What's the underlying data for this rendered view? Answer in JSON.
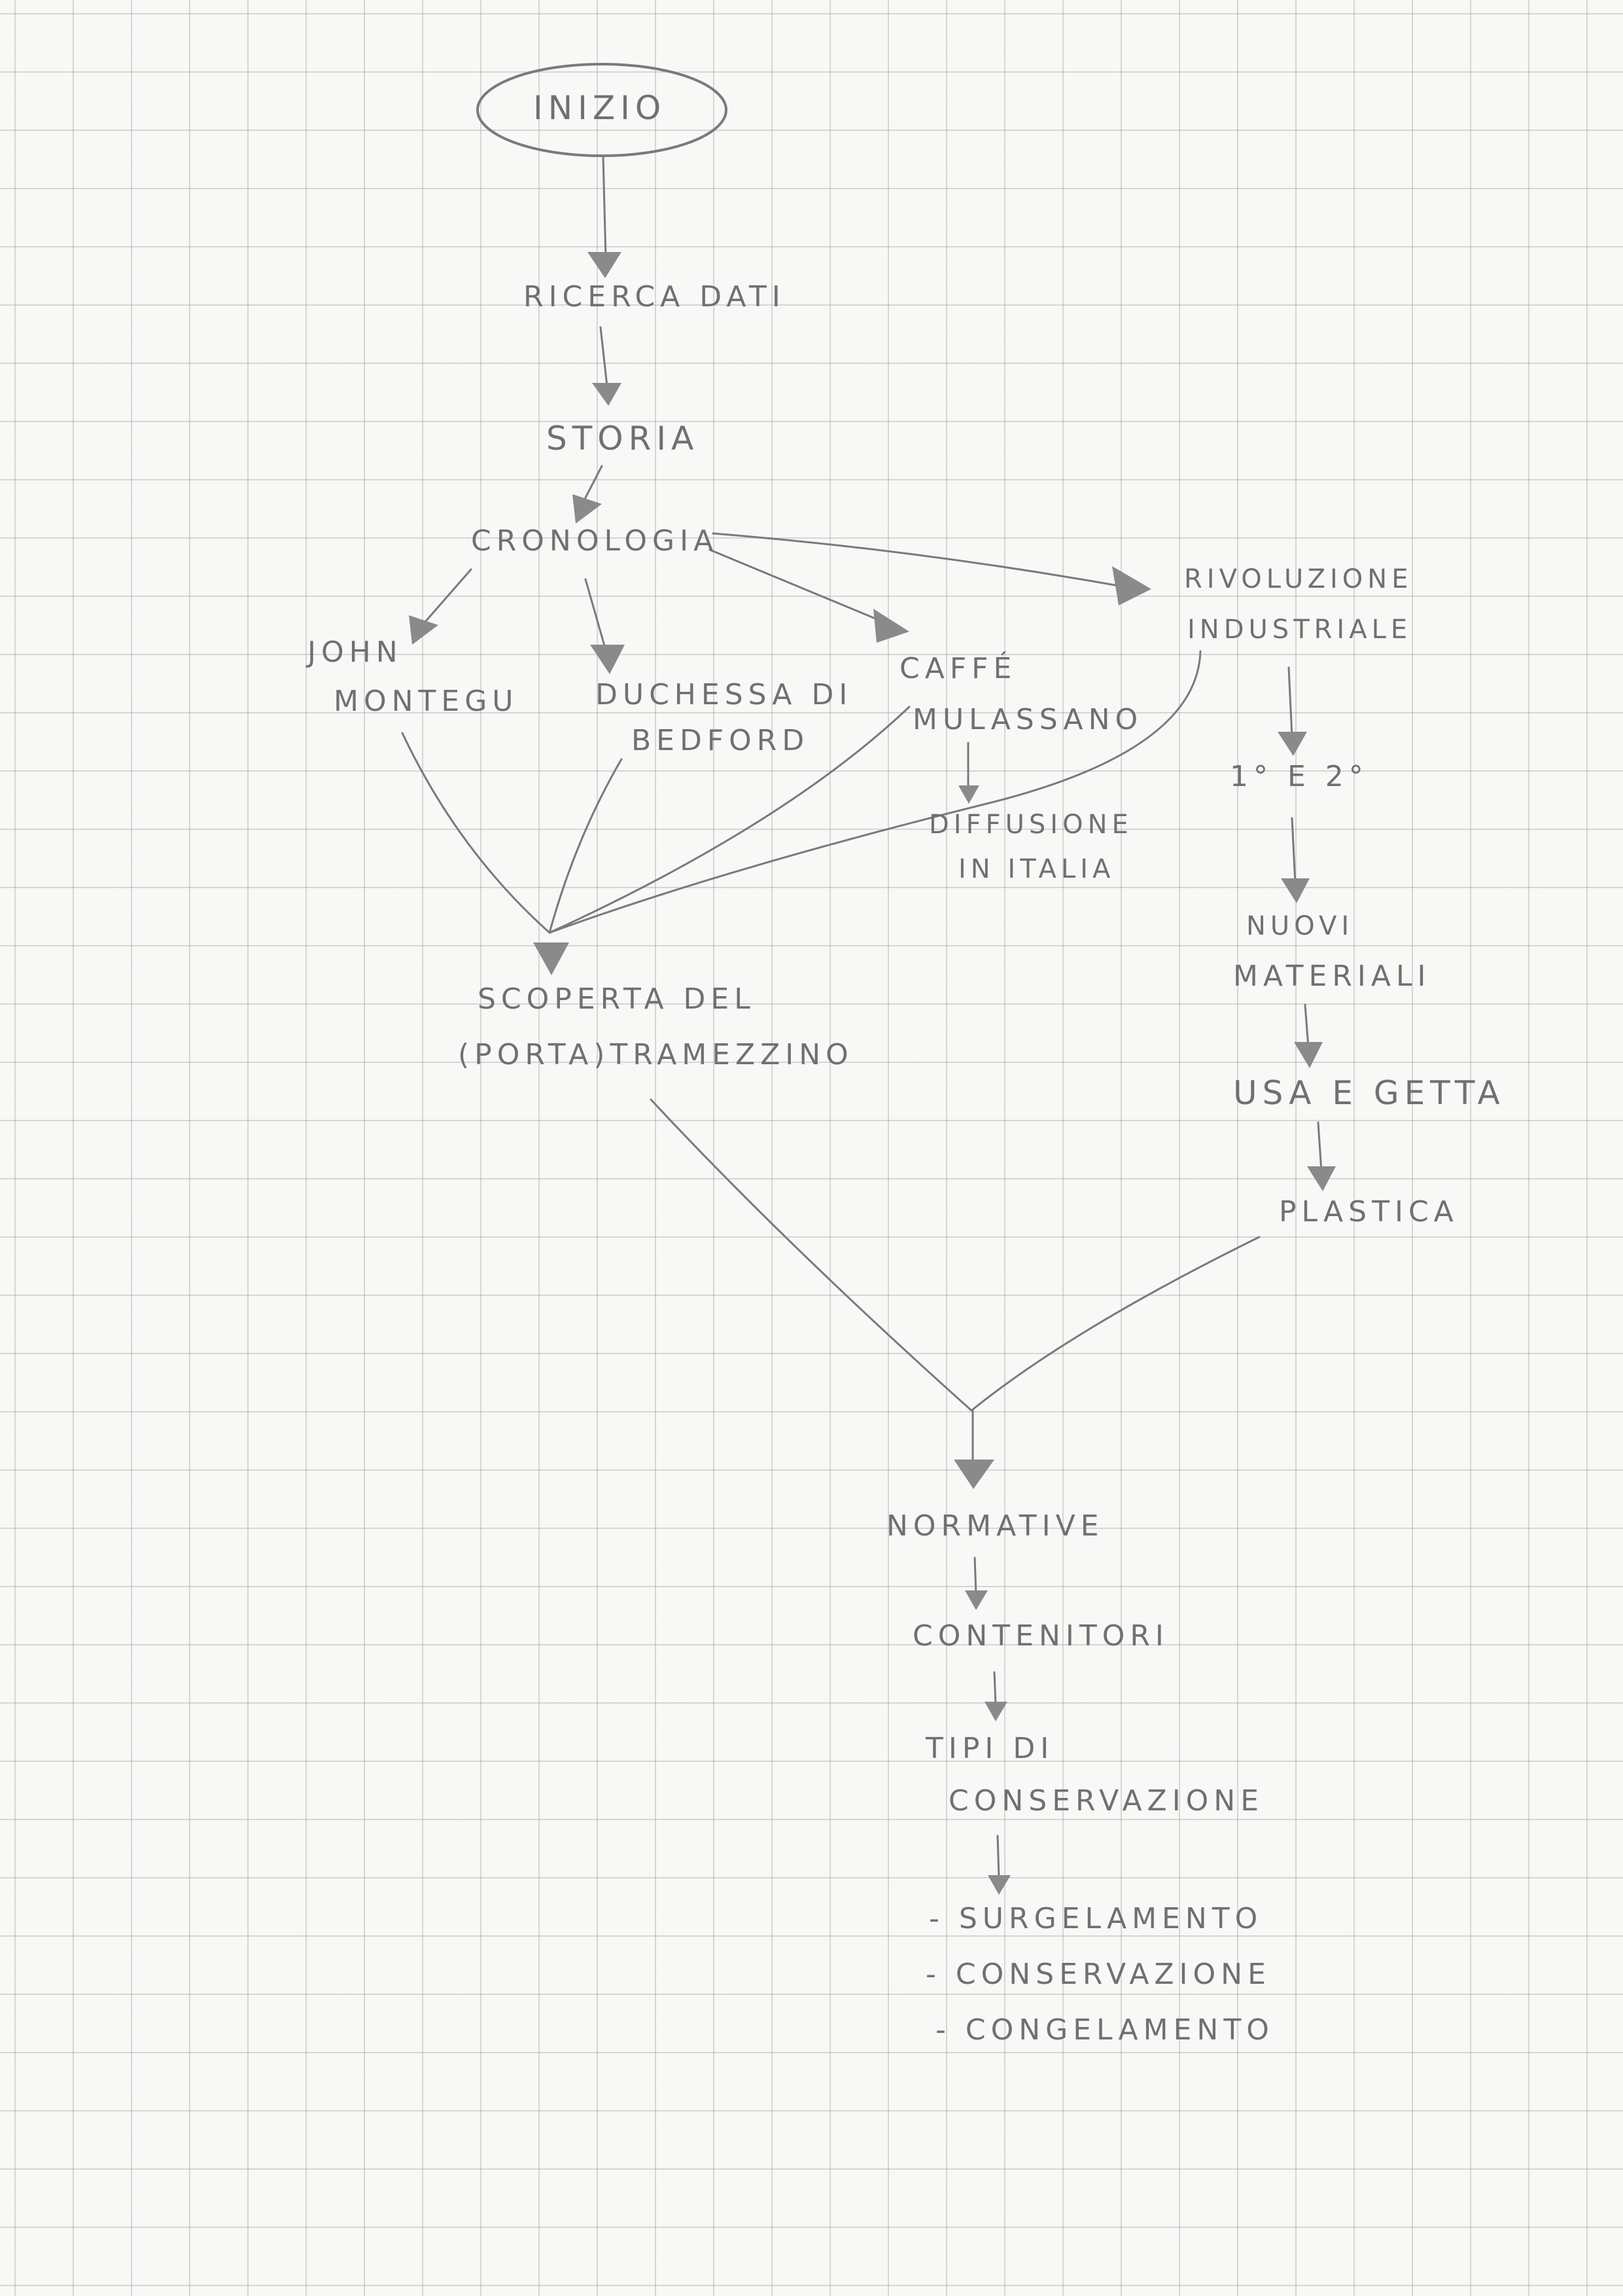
{
  "diagram": {
    "nodes": {
      "inizio": "INIZIO",
      "ricerca_dati": "RICERCA DATI",
      "storia": "STORIA",
      "cronologia": "CRONOLOGIA",
      "john_line1": "JOHN",
      "john_line2": "MONTEGU",
      "duchessa_line1": "DUCHESSA DI",
      "duchessa_line2": "BEDFORD",
      "caffe_line1": "CAFFÉ",
      "caffe_line2": "MULASSANO",
      "diffusione_line1": "DIFFUSIONE",
      "diffusione_line2": "IN ITALIA",
      "rivoluzione_line1": "RIVOLUZIONE",
      "rivoluzione_line2": "INDUSTRIALE",
      "primo_secondo": "1° E 2°",
      "nuovi_line1": "NUOVI",
      "nuovi_line2": "MATERIALI",
      "usa_e_getta": "USA E GETTA",
      "plastica": "PLASTICA",
      "scoperta_line1": "SCOPERTA DEL",
      "scoperta_line2": "(PORTA)TRAMEZZINO",
      "normative": "NORMATIVE",
      "contenitori": "CONTENITORI",
      "tipi_line1": "TIPI DI",
      "tipi_line2": "CONSERVAZIONE",
      "surgelamento": "- SURGELAMENTO",
      "conservazione": "- CONSERVAZIONE",
      "congelamento": "- CONGELAMENTO"
    },
    "colors": {
      "paper": "#f8f8f6",
      "grid": "#b4b4b4",
      "pencil": "#707070",
      "arrowhead": "#8a8a8a"
    }
  }
}
